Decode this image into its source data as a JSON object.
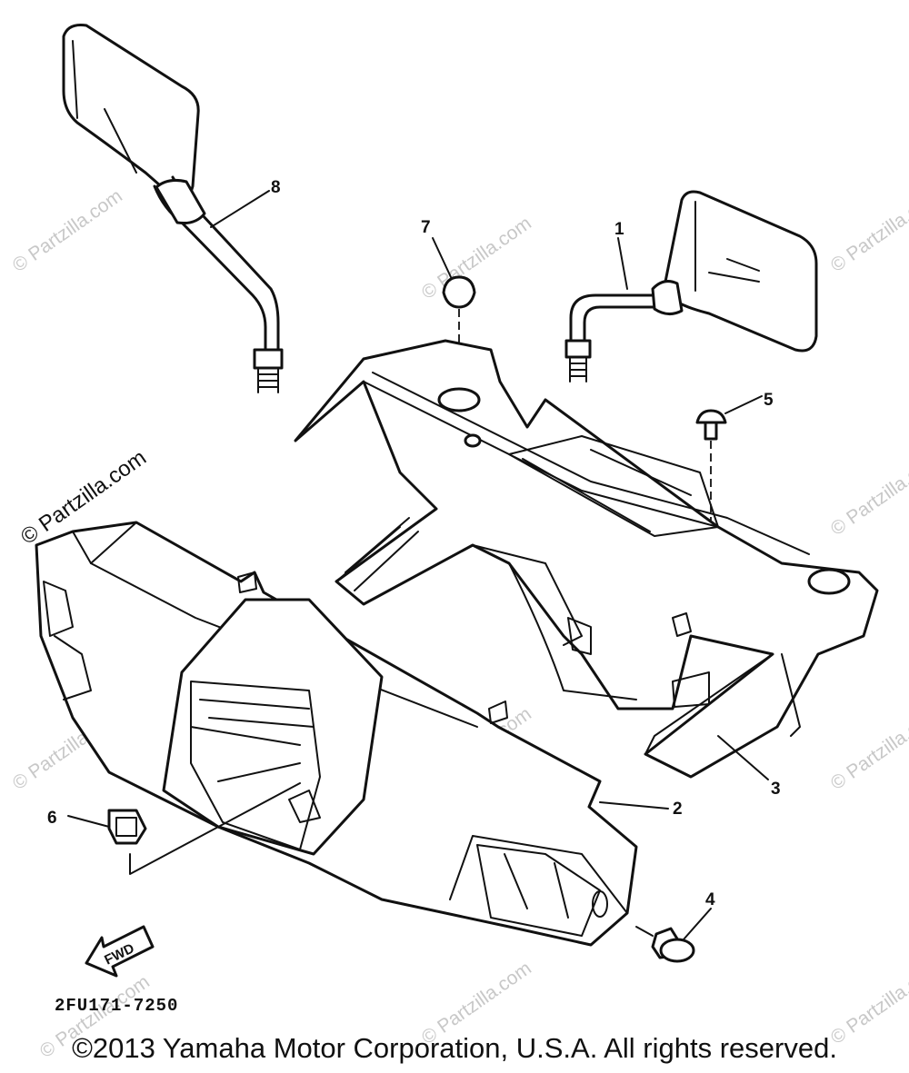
{
  "watermark": "© Partzilla.com",
  "callouts": {
    "n1": "1",
    "n2": "2",
    "n3": "3",
    "n4": "4",
    "n5": "5",
    "n6": "6",
    "n7": "7",
    "n8": "8"
  },
  "fwd_label": "FWD",
  "diagram_code": "2FU171-7250",
  "copyright": "©2013 Yamaha Motor Corporation, U.S.A. All rights reserved."
}
